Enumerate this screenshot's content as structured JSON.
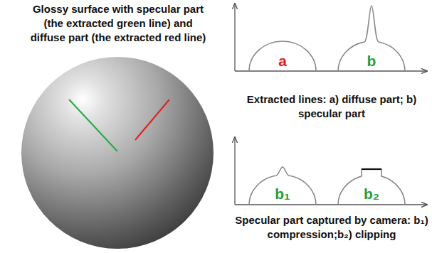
{
  "diagram": {
    "title": "Glossy surface with specular part (the extracted green line) and diffuse part (the extracted red line)",
    "labels": [
      "a",
      "b",
      "Extracted lines: a) diffuse part; b) specular part",
      "b₁",
      "b₂",
      "Specular part captured by camera: b₁) compression;b₂) clipping"
    ]
  }
}
